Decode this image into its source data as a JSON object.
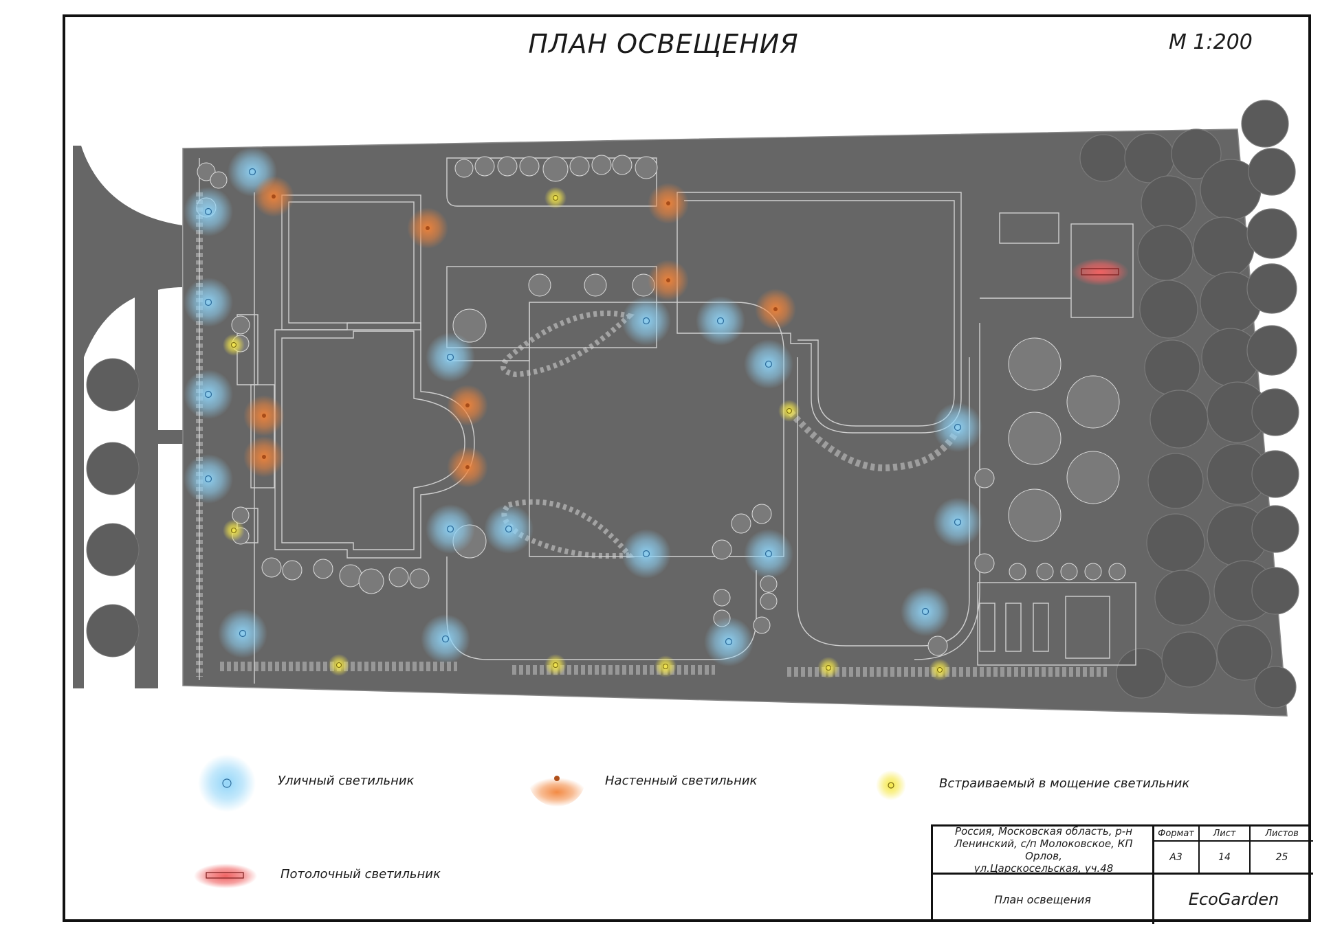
{
  "drawing": {
    "title": "ПЛАН ОСВЕЩЕНИЯ",
    "scale": "М 1:200"
  },
  "legend": {
    "street_light": "Уличный светильник",
    "wall_light": "Настенный светильник",
    "paving_light": "Встраиваемый в мощение светильник",
    "ceiling_light": "Потолочный светильник"
  },
  "title_block": {
    "address_line1": "Россия, Московская область, р-н",
    "address_line2": "Ленинский, с/п Молоковское, КП Орлов,",
    "address_line3": "ул.Царскосельская, уч.48",
    "format_header": "Формат",
    "sheet_header": "Лист",
    "sheets_header": "Листов",
    "format_value": "А3",
    "sheet_value": "14",
    "sheets_value": "25",
    "drawing_name": "План освещения",
    "company": "EcoGarden"
  },
  "colors": {
    "plot": "#666666",
    "street_light": "#7cc8f0",
    "wall_light": "#f08a3c",
    "paving_light": "#f2e24a",
    "ceiling_light": "#ef5a5a"
  }
}
